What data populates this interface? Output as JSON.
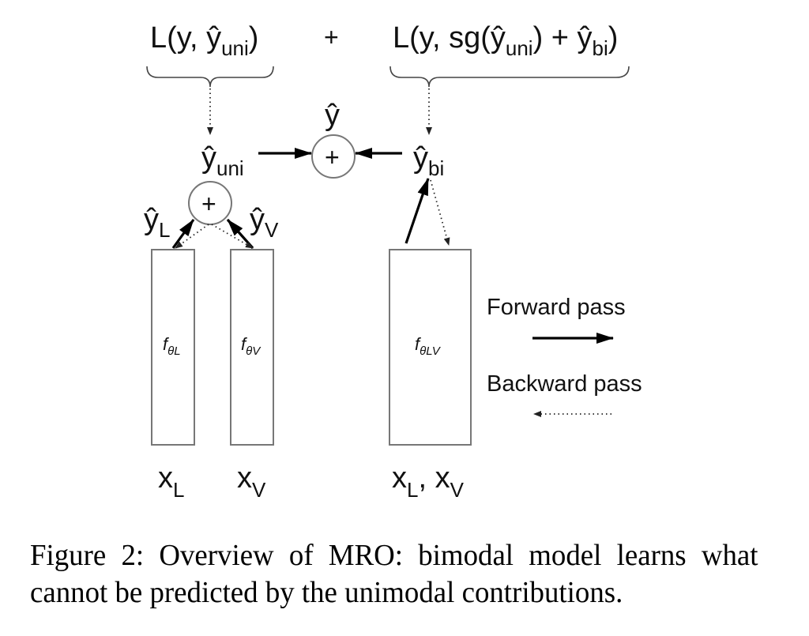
{
  "figure": {
    "losses": {
      "unimodal": {
        "prefix": "L(y, ",
        "var": "ŷ",
        "sub": "uni",
        "suffix": ")"
      },
      "plus": "+",
      "bimodal": {
        "prefix": "L(y, sg(",
        "var1": "ŷ",
        "sub1": "uni",
        "mid": ") + ",
        "var2": "ŷ",
        "sub2": "bi",
        "suffix": ")"
      }
    },
    "nodes": {
      "y_hat": "ŷ",
      "y_uni": {
        "var": "ŷ",
        "sub": "uni"
      },
      "y_bi": {
        "var": "ŷ",
        "sub": "bi"
      },
      "y_L": {
        "var": "ŷ",
        "sub": "L"
      },
      "y_V": {
        "var": "ŷ",
        "sub": "V"
      },
      "sum_symbol": "+"
    },
    "models": [
      {
        "name": "f",
        "sub": "θL",
        "input": {
          "var": "x",
          "sub": "L"
        }
      },
      {
        "name": "f",
        "sub": "θV",
        "input": {
          "var": "x",
          "sub": "V"
        }
      },
      {
        "name": "f",
        "sub": "θLV",
        "input": {
          "var1": "x",
          "sub1": "L",
          "sep": ", ",
          "var2": "x",
          "sub2": "V"
        }
      }
    ],
    "legend": {
      "forward": "Forward pass",
      "backward": "Backward pass"
    }
  },
  "caption": "Figure 2:  Overview of MRO: bimodal model learns what cannot be predicted by the unimodal contributions."
}
